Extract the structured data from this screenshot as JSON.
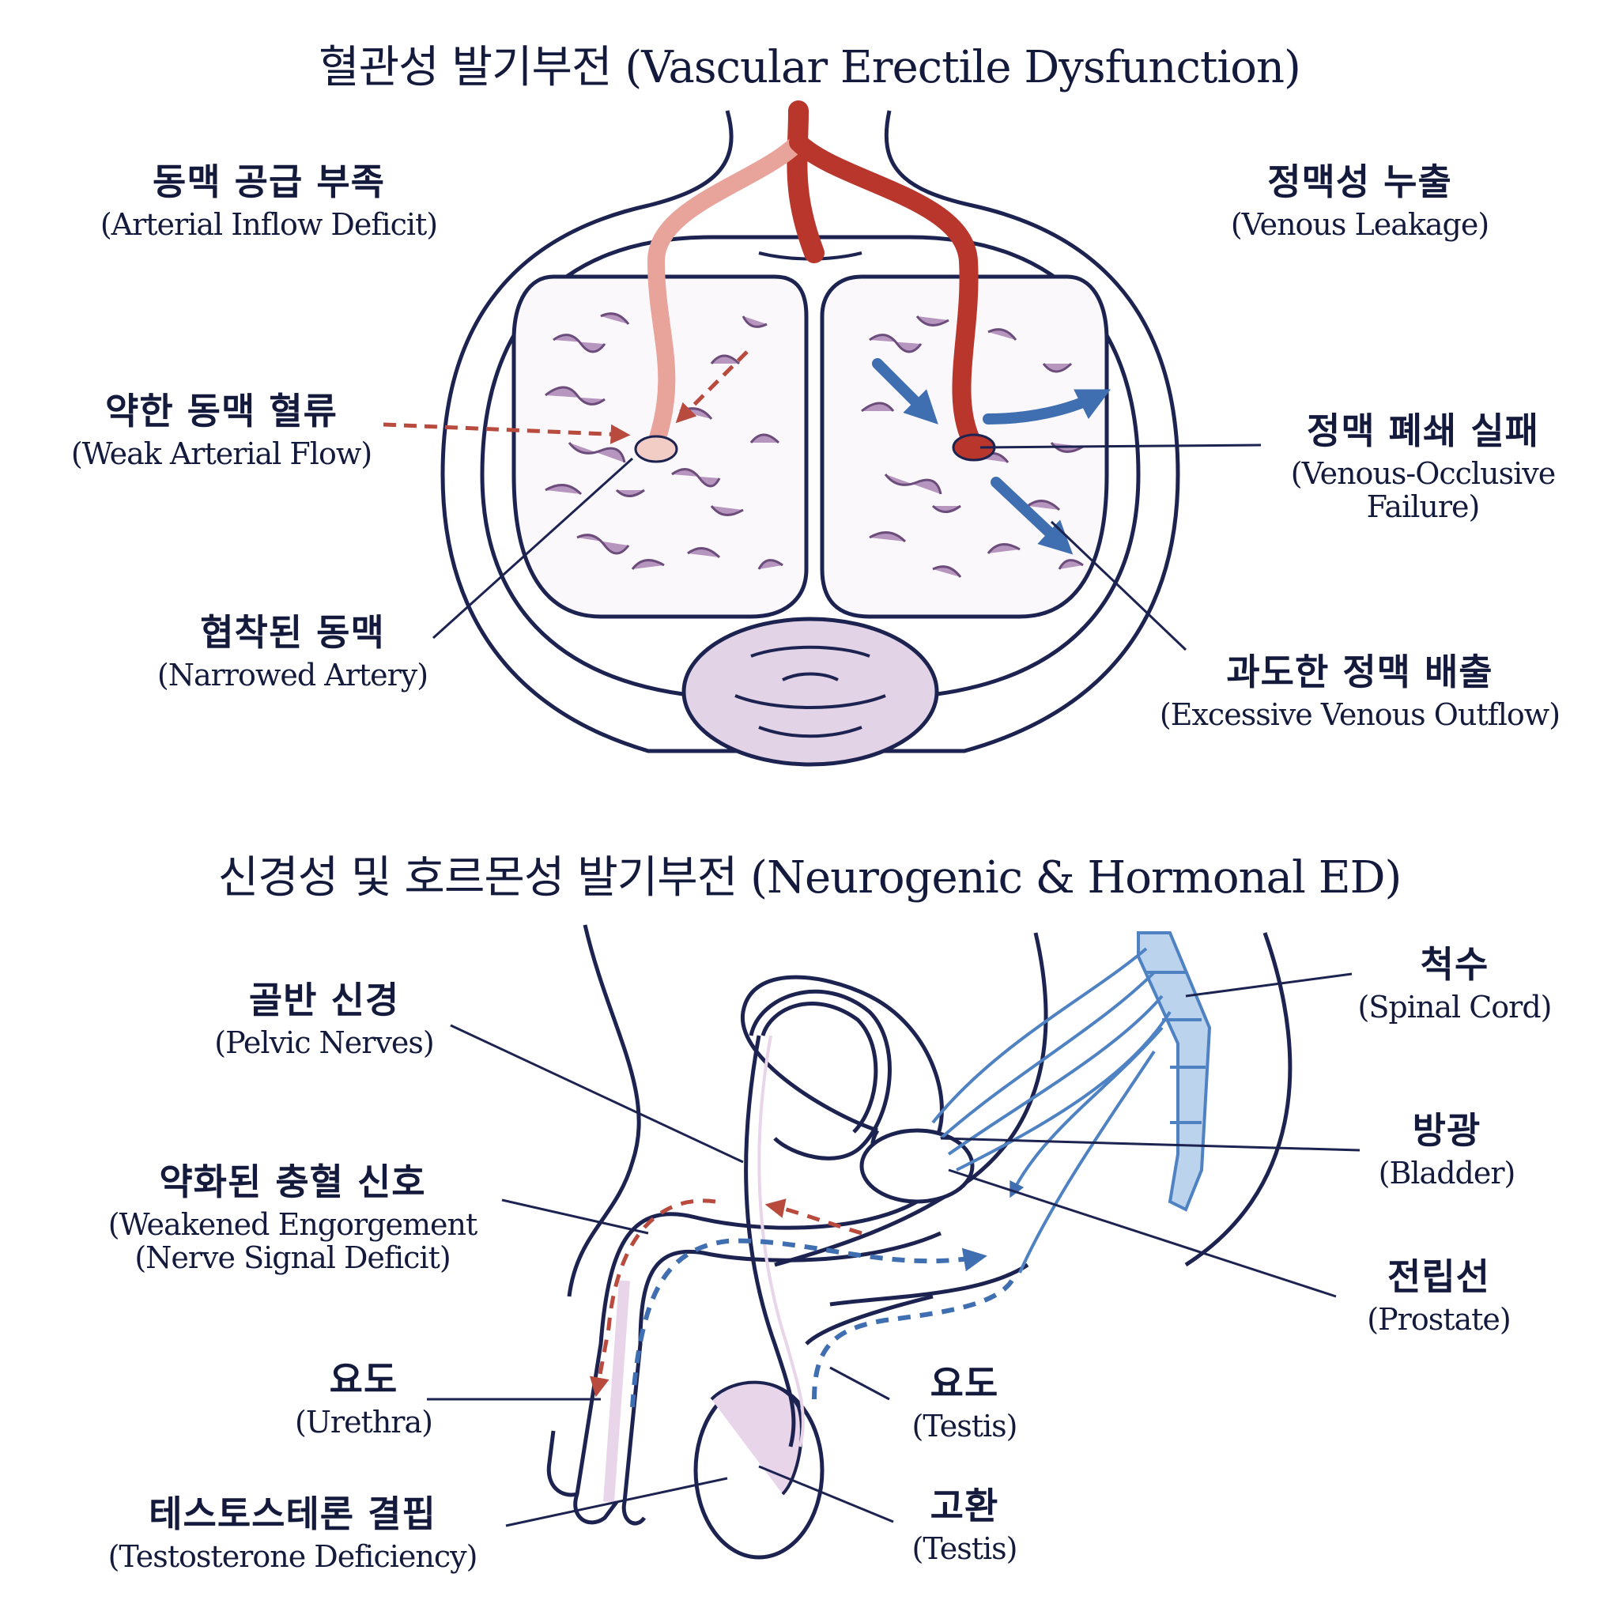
{
  "vascular": {
    "title": "혈관성 발기부전 (Vascular Erectile Dysfunction)",
    "labels": {
      "arterial_inflow_deficit": {
        "ko": "동맥 공급 부족",
        "en": "(Arterial Inflow Deficit)"
      },
      "weak_arterial_flow": {
        "ko": "약한 동맥 혈류",
        "en": "(Weak Arterial Flow)"
      },
      "narrowed_artery": {
        "ko": "협착된 동맥",
        "en": "(Narrowed Artery)"
      },
      "venous_leakage": {
        "ko": "정맥성 누출",
        "en": "(Venous Leakage)"
      },
      "venous_occlusive_failure": {
        "ko": "정맥 폐쇄 실패",
        "en": "(Venous-Occlusive",
        "en2": "Failure)"
      },
      "excessive_venous_outflow": {
        "ko": "과도한 정맥 배출",
        "en": "(Excessive Venous Outflow)"
      }
    }
  },
  "neuro": {
    "title": "신경성 및 호르몬성 발기부전 (Neurogenic & Hormonal ED)",
    "labels": {
      "pelvic_nerves": {
        "ko": "골반 신경",
        "en": "(Pelvic Nerves)"
      },
      "weakened_engorgement": {
        "ko": "약화된 충혈 신호",
        "en": "(Weakened Engorgement",
        "en2": "(Nerve Signal Deficit)"
      },
      "urethra": {
        "ko": "요도",
        "en": "(Urethra)"
      },
      "testosterone_deficiency": {
        "ko": "테스토스테론 결핍",
        "en": "(Testosterone Deficiency)"
      },
      "spinal_cord": {
        "ko": "척수",
        "en": "(Spinal Cord)"
      },
      "bladder": {
        "ko": "방광",
        "en": "(Bladder)"
      },
      "prostate": {
        "ko": "전립선",
        "en": "(Prostate)"
      },
      "testis_upper": {
        "ko": "요도",
        "en": "(Testis)"
      },
      "testis_lower": {
        "ko": "고환",
        "en": "(Testis)"
      }
    }
  },
  "colors": {
    "outline": "#1d2350",
    "artery": "#b8362c",
    "artery_weak": "#e8a39b",
    "vein": "#3f6fb0",
    "tissue": "#9c77a6",
    "tissue_fill": "#e3d3e6",
    "nerve": "#4f82c2"
  }
}
